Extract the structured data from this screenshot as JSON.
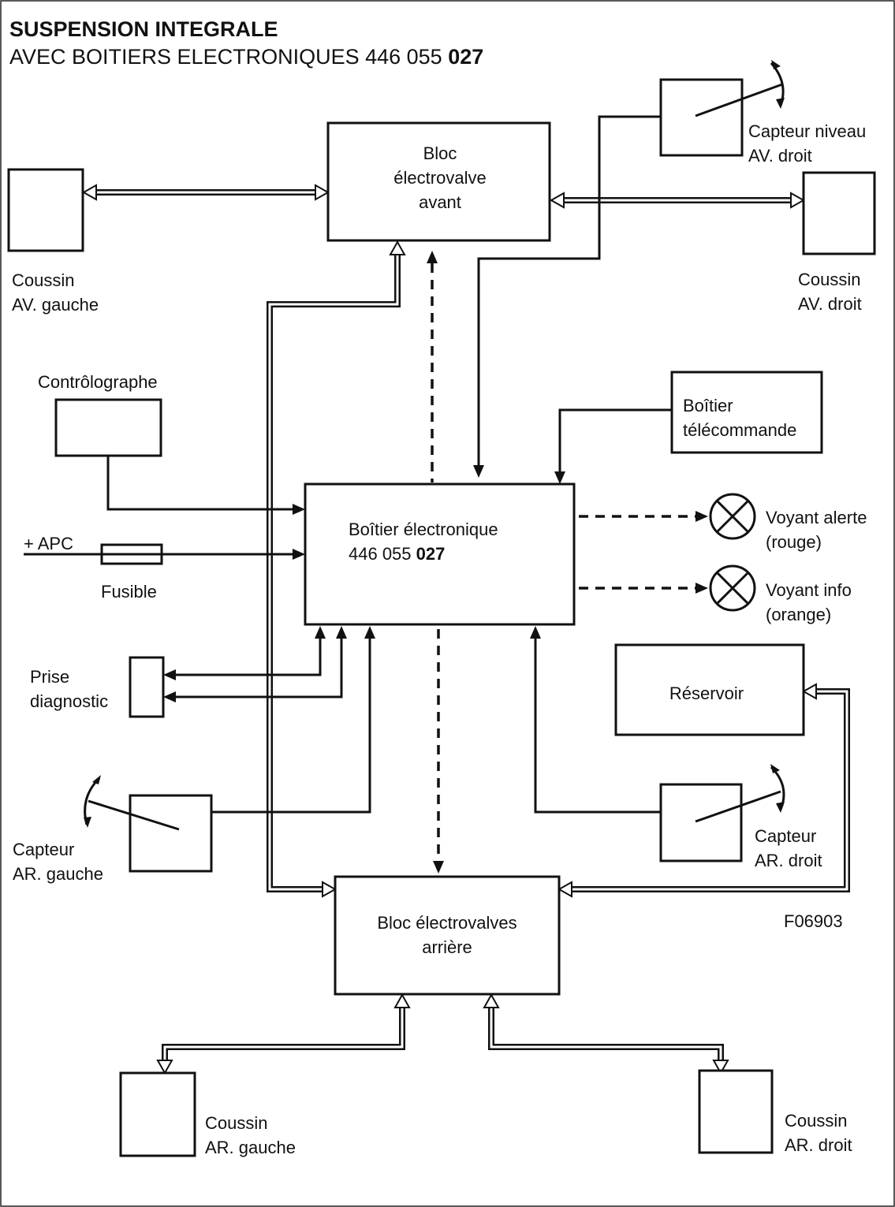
{
  "title": {
    "line1": "SUSPENSION INTEGRALE",
    "line2_prefix": "AVEC BOITIERS ELECTRONIQUES 446 055 ",
    "line2_bold": "027"
  },
  "components": {
    "bloc_avant": [
      "Bloc",
      "électrovalve",
      "avant"
    ],
    "coussin_av_gauche": [
      "Coussin",
      "AV. gauche"
    ],
    "coussin_av_droit": [
      "Coussin",
      "AV. droit"
    ],
    "capteur_av_droit": [
      "Capteur niveau",
      "AV. droit"
    ],
    "controlographe": "Contrôlographe",
    "apc": "+ APC",
    "fusible": "Fusible",
    "boitier": {
      "line1": "Boîtier électronique",
      "line2_prefix": "446 055 ",
      "line2_bold": "027"
    },
    "telecommande": [
      "Boîtier",
      "télécommande"
    ],
    "voyant_alerte": [
      "Voyant alerte",
      "(rouge)"
    ],
    "voyant_info": [
      "Voyant info",
      "(orange)"
    ],
    "prise": [
      "Prise",
      "diagnostic"
    ],
    "reservoir": "Réservoir",
    "capteur_ar_gauche": [
      "Capteur",
      "AR. gauche"
    ],
    "capteur_ar_droit": [
      "Capteur",
      "AR. droit"
    ],
    "bloc_arriere": [
      "Bloc électrovalves",
      "arrière"
    ],
    "ref": "F06903",
    "coussin_ar_gauche": [
      "Coussin",
      "AR. gauche"
    ],
    "coussin_ar_droit": [
      "Coussin",
      "AR. droit"
    ]
  }
}
